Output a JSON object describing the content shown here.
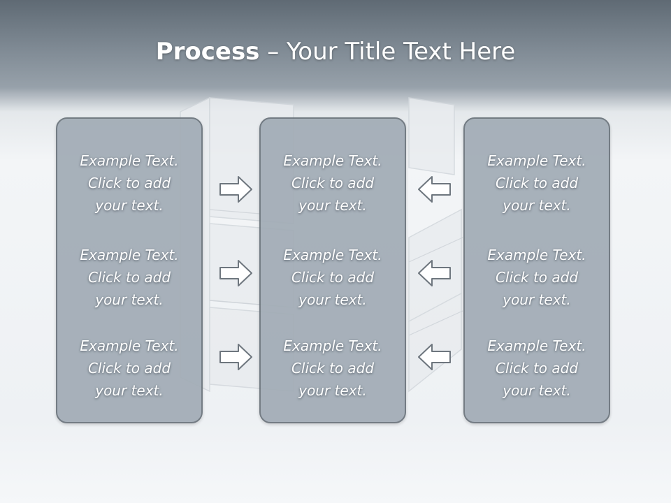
{
  "title": {
    "bold": "Process",
    "rest": " – Your Title Text Here"
  },
  "panels": [
    {
      "items": [
        "Example Text.\nClick  to add\nyour text.",
        "Example Text.\nClick  to add\nyour text.",
        "Example Text.\nClick  to add\nyour text."
      ]
    },
    {
      "items": [
        "Example Text.\nClick  to add\nyour text.",
        "Example Text.\nClick  to add\nyour text.",
        "Example Text.\nClick  to add\nyour text."
      ]
    },
    {
      "items": [
        "Example Text.\nClick  to add\nyour text.",
        "Example Text.\nClick  to add\nyour text.",
        "Example Text.\nClick  to add\nyour text."
      ]
    }
  ],
  "colors": {
    "panel": "#a2acb6",
    "panel_border": "#6b747c",
    "title_band": "#7f8a94",
    "text": "#ffffff"
  }
}
